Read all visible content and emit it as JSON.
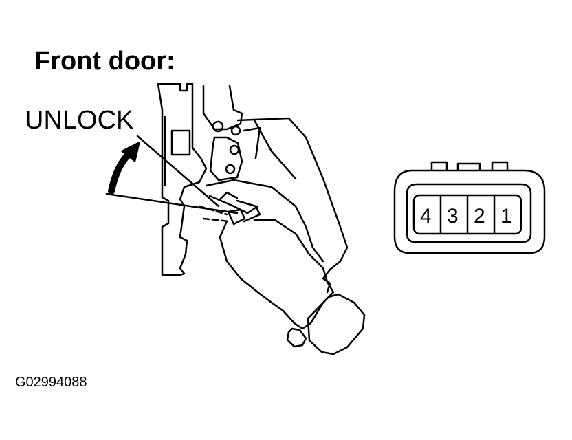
{
  "title": "Front door:",
  "direction_label": "UNLOCK",
  "figure_code": "G02994088",
  "connector": {
    "pins": [
      "4",
      "3",
      "2",
      "1"
    ]
  }
}
